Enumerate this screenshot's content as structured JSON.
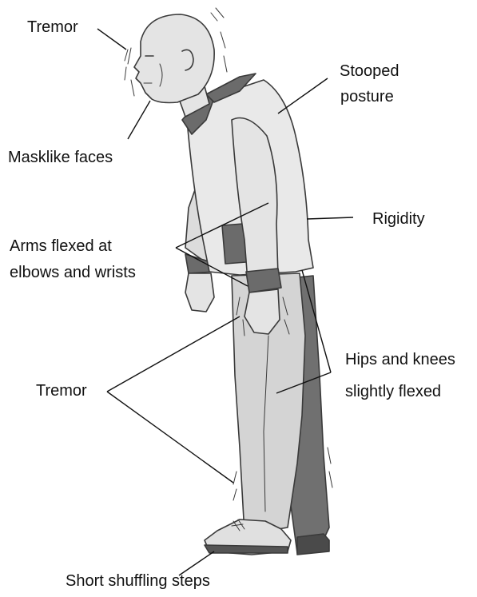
{
  "labels": {
    "tremor_head": "Tremor",
    "masklike_faces": "Masklike faces",
    "stooped_posture_line1": "Stooped",
    "stooped_posture_line2": "posture",
    "rigidity": "Rigidity",
    "arms_flexed_line1": "Arms flexed at",
    "arms_flexed_line2": "elbows and wrists",
    "tremor_limbs": "Tremor",
    "hips_knees_line1": "Hips and knees",
    "hips_knees_line2": "slightly flexed",
    "short_steps": "Short shuffling steps"
  },
  "colors": {
    "text": "#111111",
    "outline": "#3a3a3a",
    "skin": "#e4e4e4",
    "jacket": "#e9e9e9",
    "collar": "#6b6b6b",
    "trousers": "#d4d4d4",
    "trousers_shadow": "#707070",
    "shoe": "#e0e0e0",
    "leader_line": "#111111"
  }
}
